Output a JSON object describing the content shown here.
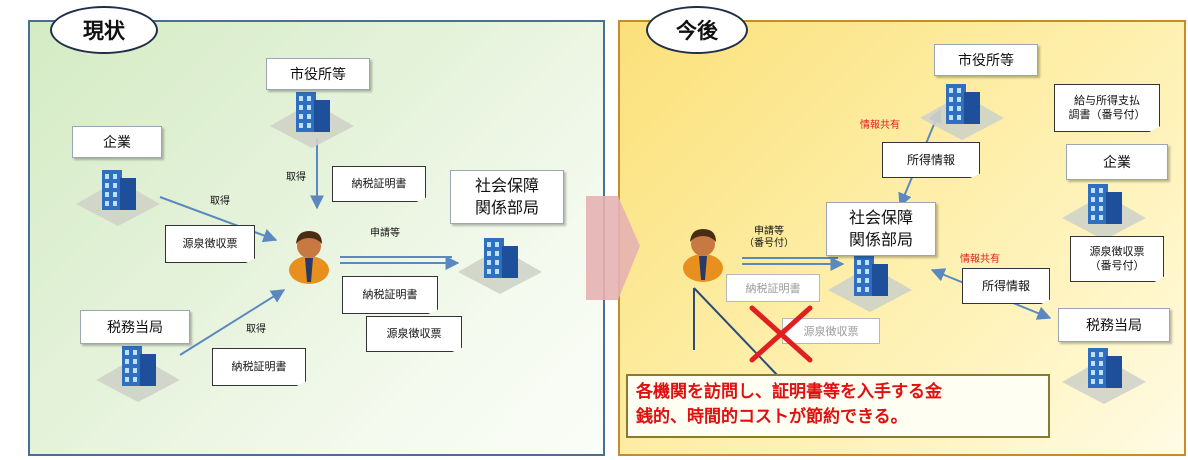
{
  "left": {
    "title": "現状",
    "city": "市役所等",
    "company": "企業",
    "tax": "税務当局",
    "social": "社会保障\n関係部局",
    "get1": "取得",
    "get2": "取得",
    "get3": "取得",
    "apply": "申請等",
    "cert_top": "納税証明書",
    "withhold_slip": "源泉徴収票",
    "cert_bottom": "納税証明書",
    "cert_apply": "納税証明書",
    "withhold_apply": "源泉徴収票"
  },
  "right": {
    "title": "今後",
    "city": "市役所等",
    "company": "企業",
    "tax": "税務当局",
    "social": "社会保障\n関係部局",
    "share1": "情報共有",
    "share2": "情報共有",
    "income_info1": "所得情報",
    "income_info2": "所得情報",
    "salary_report": "給与所得支払\n調書（番号付）",
    "withhold_numbered": "源泉徴収票\n（番号付）",
    "apply_numbered": "申請等\n（番号付）",
    "cert_faded": "納税証明書",
    "withhold_faded": "源泉徴収票",
    "callout": "各機関を訪問し、証明書等を入手する金\n銭的、時間的コストが節約できる。"
  },
  "colors": {
    "arrow": "#5b89bf",
    "red": "#e02020",
    "building": "#2f6fc2"
  }
}
